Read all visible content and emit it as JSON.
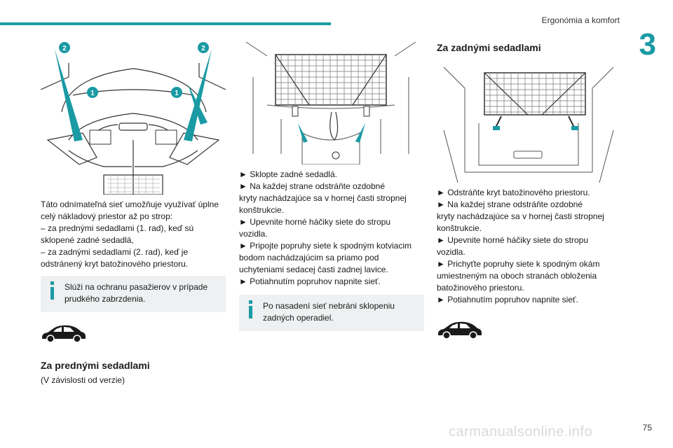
{
  "header": {
    "chapter_title": "Ergonómia a komfort",
    "chapter_number": "3"
  },
  "page_number": "75",
  "colors": {
    "accent": "#1a9aa4",
    "note_bg": "#eef0f1"
  },
  "col1": {
    "figure_markers": [
      "2",
      "2",
      "1",
      "1"
    ],
    "intro_lines": [
      "Táto odnímateľná sieť umožňuje využívať úplne",
      "celý nákladový priestor až po strop:",
      "– za prednými sedadlami (1. rad), keď sú",
      "sklopené zadné sedadlá,",
      "– za zadnými sedadlami (2. rad), keď je",
      "odstránený kryt batožinového priestoru."
    ],
    "note_lines": [
      "Slúži na ochranu pasažierov v prípade",
      "prudkého zabrzdenia."
    ],
    "car_icon": "car-silhouette-icon",
    "section_title": "Za prednými sedadlami",
    "section_sub": "(V závislosti od verzie)"
  },
  "col2": {
    "steps_lines": [
      "► Sklopte zadné sedadlá.",
      "► Na každej strane odstráňte ozdobné",
      "kryty nachádzajúce sa v hornej časti stropnej",
      "konštrukcie.",
      "► Upevnite horné háčiky siete do stropu",
      "vozidla.",
      "► Pripojte popruhy siete k spodným kotviacim",
      "bodom nachádzajúcim sa priamo pod",
      "uchyteniami sedacej časti zadnej lavice.",
      "► Potiahnutím popruhov napnite sieť."
    ],
    "note_lines": [
      "Po nasadení sieť nebráni sklopeniu",
      "zadných operadiel."
    ]
  },
  "col3": {
    "section_title": "Za zadnými sedadlami",
    "steps_lines": [
      "► Odstráňte kryt batožinového priestoru.",
      "► Na každej strane odstráňte ozdobné",
      "kryty nachádzajúce sa v hornej časti stropnej",
      "konštrukcie.",
      "► Upevnite horné háčiky siete do stropu",
      "vozidla.",
      "► Prichyťte popruhy siete k spodným okám",
      "umiestneným na oboch stranách obloženia",
      "batožinového priestoru.",
      "► Potiahnutím popruhov napnite sieť."
    ],
    "car_icon": "car-silhouette-icon"
  },
  "watermark": "carmanualsonline.info"
}
